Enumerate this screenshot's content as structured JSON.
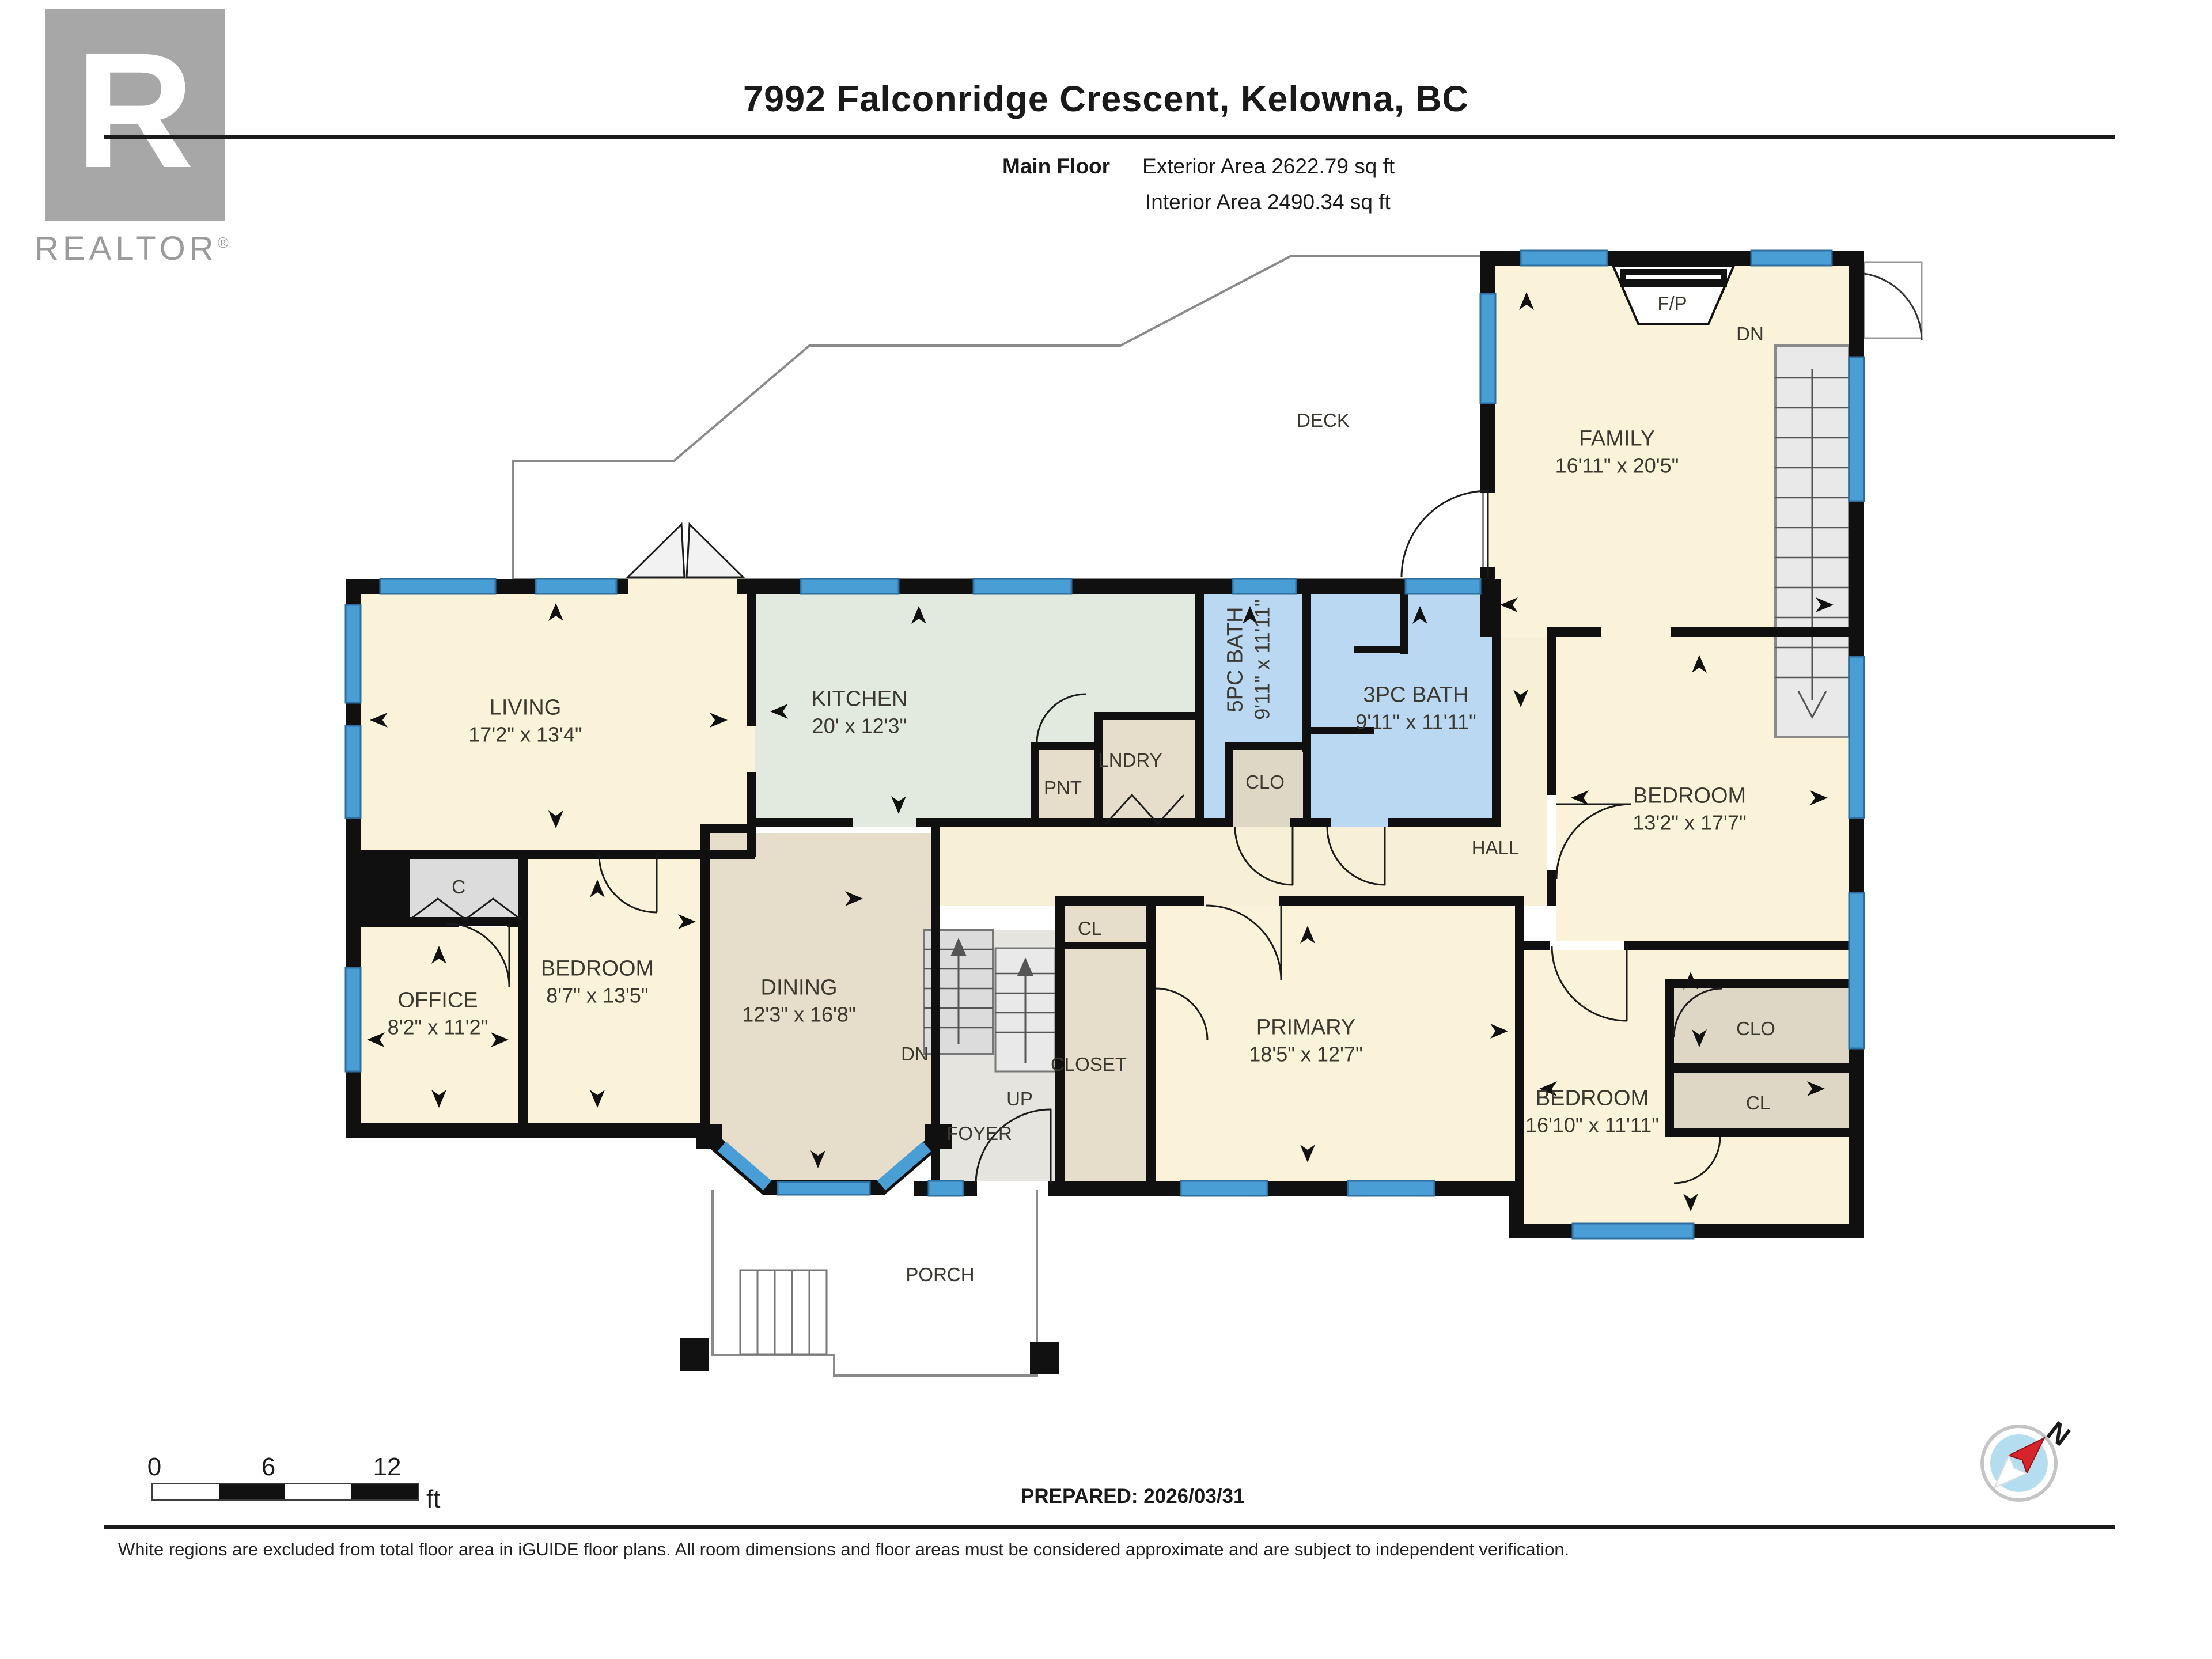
{
  "header": {
    "title": "7992 Falconridge Crescent, Kelowna, BC",
    "floor_label": "Main Floor",
    "exterior_area": "Exterior Area 2622.79 sq ft",
    "interior_area": "Interior Area 2490.34 sq ft"
  },
  "branding": {
    "logo_letter": "R",
    "logo_text": "REALTOR",
    "registered": "®"
  },
  "rooms": {
    "living": {
      "name": "LIVING",
      "dims": "17'2\" x 13'4\""
    },
    "kitchen": {
      "name": "KITCHEN",
      "dims": "20' x 12'3\""
    },
    "family": {
      "name": "FAMILY",
      "dims": "16'11\" x 20'5\""
    },
    "bedroom_right": {
      "name": "BEDROOM",
      "dims": "13'2\" x 17'7\""
    },
    "office": {
      "name": "OFFICE",
      "dims": "8'2\" x 11'2\""
    },
    "bedroom_left": {
      "name": "BEDROOM",
      "dims": "8'7\" x 13'5\""
    },
    "dining": {
      "name": "DINING",
      "dims": "12'3\" x 16'8\""
    },
    "primary": {
      "name": "PRIMARY",
      "dims": "18'5\" x 12'7\""
    },
    "bedroom_bottom": {
      "name": "BEDROOM",
      "dims": "16'10\" x 11'11\""
    },
    "bath5": {
      "name": "5PC BATH",
      "dims": "9'11\" x 11'11\""
    },
    "bath3": {
      "name": "3PC BATH",
      "dims": "9'11\" x 11'11\""
    }
  },
  "areas": {
    "deck": "DECK",
    "porch": "PORCH",
    "hall": "HALL",
    "foyer": "FOYER",
    "lndry": "LNDRY",
    "pnt": "PNT",
    "closet": "CLOSET",
    "cl_entry": "CL",
    "clo_bath": "CLO",
    "clo_right": "CLO",
    "cl_right": "CL",
    "c_closet": "C",
    "dn_family": "DN",
    "dn_stairs": "DN",
    "up_stairs": "UP",
    "fireplace": "F/P"
  },
  "scale_bar": {
    "t0": "0",
    "t6": "6",
    "t12": "12",
    "unit": "ft"
  },
  "compass": {
    "north": "N"
  },
  "footer": {
    "prepared": "PREPARED: 2026/03/31",
    "disclaimer": "White regions are excluded from total floor area in iGUIDE floor plans. All room dimensions and floor areas must be considered approximate and are subject to independent verification."
  },
  "colors": {
    "wall": "#101010",
    "window_blue": "#4a9ed6",
    "room_cream": "#faf3da",
    "kitchen_mint": "#e2eadf",
    "tan": "#e6decb",
    "bath_blue": "#bad8f2",
    "closet_gray": "#ded7c6",
    "foyer_gray": "#e6e4df",
    "needle_red": "#d8232a",
    "compass_blue": "#b5ddf0",
    "logo_gray": "#a7a7a7"
  }
}
